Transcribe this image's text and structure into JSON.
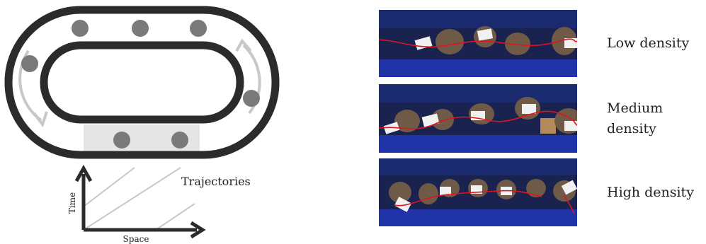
{
  "diagram": {
    "trajectories_label": "Trajectories",
    "time_label": "Time",
    "space_label": "Space",
    "colors": {
      "track": "#2b2b2b",
      "vehicle": "#7a7a7a",
      "arrow": "#c8c8c8",
      "segment": "#e6e6e6"
    }
  },
  "photos": [
    {
      "label": "Low density"
    },
    {
      "label": "Medium\ndensity"
    },
    {
      "label": "High density"
    }
  ],
  "colors": {
    "ceiling": "#1a2a6e",
    "floor": "#2034a8",
    "trail": "#e0141e"
  }
}
